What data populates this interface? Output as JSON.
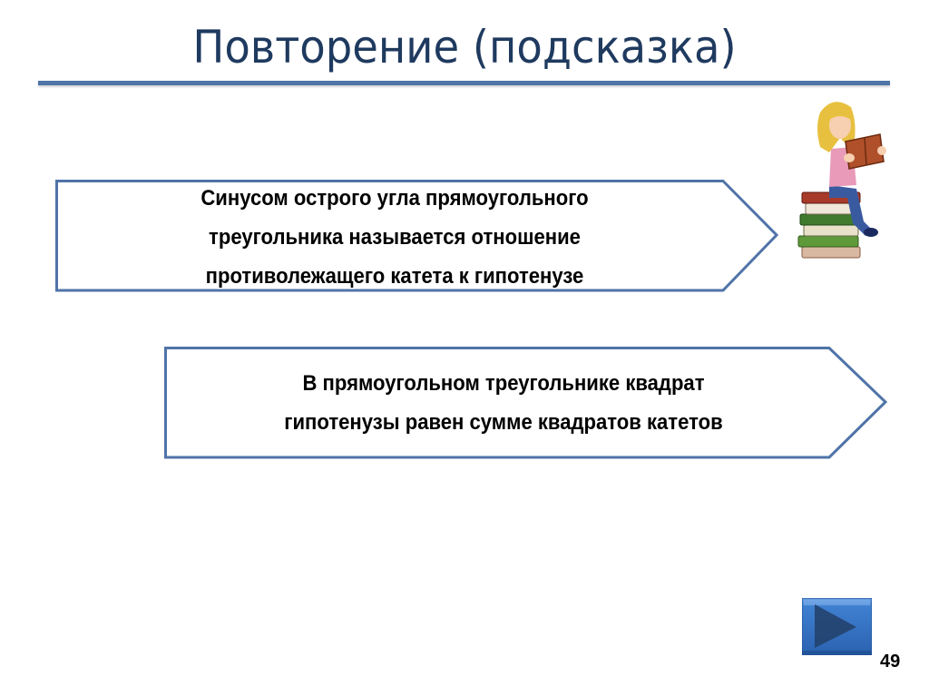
{
  "slide": {
    "title": "Повторение (подсказка)",
    "page_number": "49",
    "accent_color": "#4f74a8",
    "title_color": "#1f3a5f"
  },
  "hints": [
    {
      "lines": [
        "Синусом острого угла прямоугольного",
        "треугольника называется отношение",
        "противолежащего катета к гипотенузе"
      ]
    },
    {
      "lines": [
        "В прямоугольном треугольнике квадрат",
        "гипотенузы равен сумме квадратов катетов"
      ]
    }
  ],
  "decoration": {
    "character": "girl-reading-on-books-icon"
  },
  "navigation": {
    "next_icon": "play-next-icon"
  }
}
